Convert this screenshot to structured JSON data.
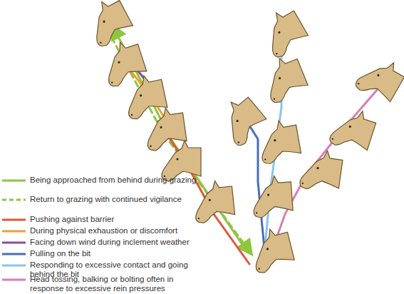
{
  "diagram": {
    "legend": [
      {
        "text": "Being approached from behind during grazing"
      },
      {
        "text": "Return to grazing with continued vigilance"
      },
      {
        "text": "Pushing against barrier"
      },
      {
        "text": "During physical exhaustion or discomfort"
      },
      {
        "text": "Facing down wind during inclement weather"
      },
      {
        "text": "Pulling on the bit"
      },
      {
        "text": "Responding to excessive contact and going behind the bit"
      },
      {
        "text": "Head tossing, balking or bolting often in response to excessive rein pressures"
      }
    ]
  }
}
